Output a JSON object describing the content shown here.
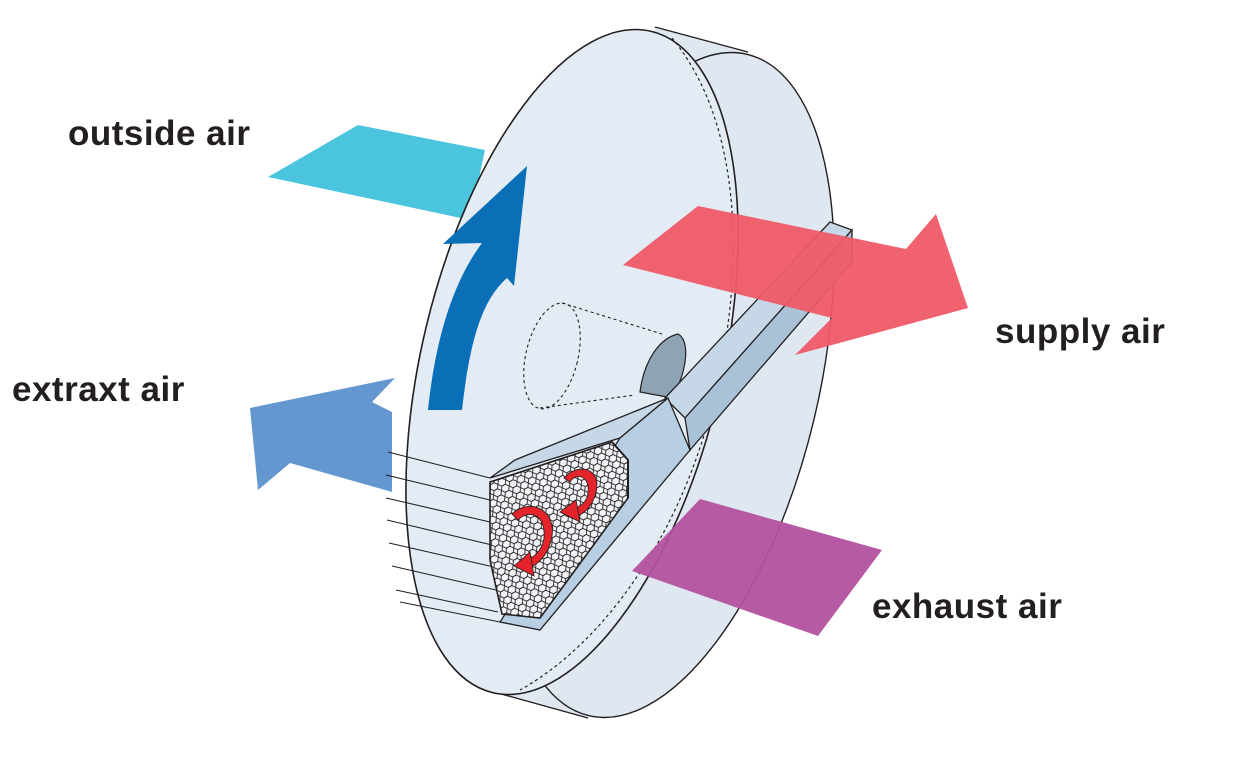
{
  "diagram": {
    "title": "Rotary heat exchanger",
    "labels": {
      "outside_air": "outside air",
      "extract_air": "extraxt air",
      "supply_air": "supply air",
      "exhaust_air": "exhaust air"
    },
    "colors": {
      "outside_air": "#4bc4de",
      "extract_air": "#6497cf",
      "supply_air": "#ef5a67",
      "exhaust_air": "#b2529e",
      "wheel_face": "#e2ebf3",
      "wheel_rim": "#dfe8f1",
      "rotation_arrow": "#0b6fb8",
      "hub": "#8ea3b4",
      "cutaway": "#b8cfe3",
      "swirl": "#e3242b",
      "outline": "#231f20"
    },
    "icons": {
      "rotation": "rotation-arrow-icon",
      "swirl": "swirl-arrow-icon"
    }
  }
}
